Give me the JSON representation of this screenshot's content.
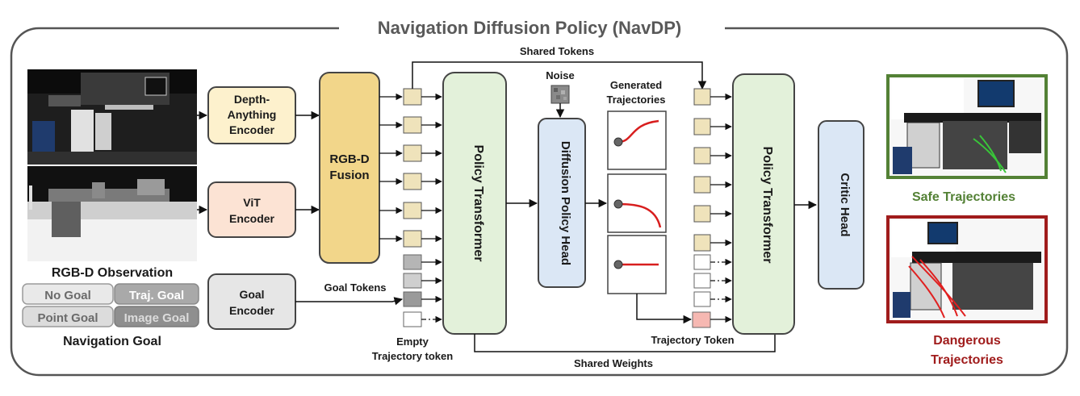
{
  "title": "Navigation Diffusion Policy (NavDP)",
  "observation": {
    "label": "RGB-D Observation"
  },
  "goal": {
    "label": "Navigation Goal",
    "options": [
      "No Goal",
      "Traj. Goal",
      "Point Goal",
      "Image Goal"
    ]
  },
  "encoders": {
    "depth_line1": "Depth-",
    "depth_line2": "Anything",
    "depth_line3": "Encoder",
    "vit_line1": "ViT",
    "vit_line2": "Encoder",
    "goal_line1": "Goal",
    "goal_line2": "Encoder"
  },
  "fusion": {
    "line1": "RGB-D",
    "line2": "Fusion"
  },
  "labels": {
    "shared_tokens": "Shared Tokens",
    "goal_tokens": "Goal Tokens",
    "empty_line1": "Empty",
    "empty_line2": "Trajectory token",
    "shared_weights": "Shared Weights",
    "noise": "Noise",
    "generated_line1": "Generated",
    "generated_line2": "Trajectories",
    "trajectory_token": "Trajectory Token"
  },
  "policy_transformer": "Policy Transformer",
  "diffusion_head": "Diffusion Policy Head",
  "critic_head": "Critic Head",
  "outputs": {
    "safe": "Safe Trajectories",
    "dangerous_line1": "Dangerous",
    "dangerous_line2": "Trajectories"
  },
  "colors": {
    "encoder_depth": "#fdf1cd",
    "encoder_vit": "#fce3d4",
    "encoder_goal": "#e6e6e6",
    "fusion": "#f2d68a",
    "transformer": "#e3f1da",
    "head": "#dbe7f5",
    "token": "#efe3bb",
    "safe": "#538135",
    "danger": "#a01c1c",
    "trajectory_token": "#f6b8b2"
  }
}
